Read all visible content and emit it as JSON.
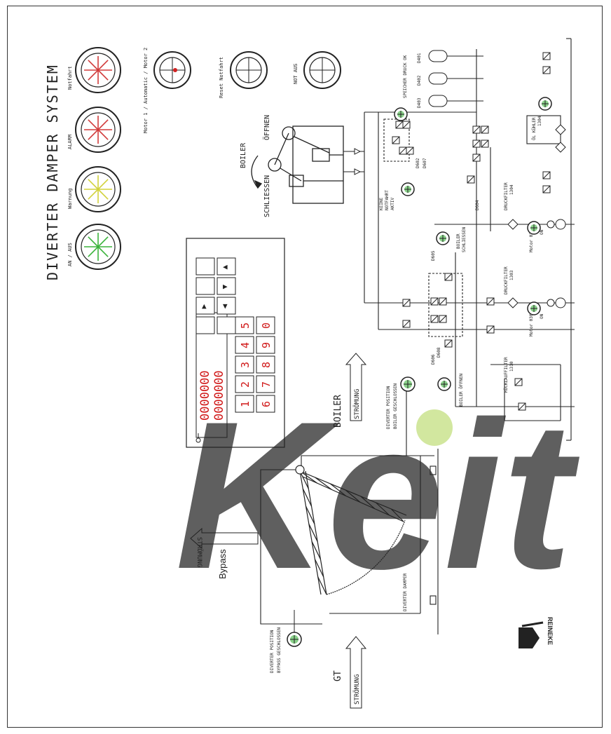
{
  "title": "DIVERTER DAMPER SYSTEM",
  "indicators": [
    "AN / AUS",
    "Warnung",
    "ALARM",
    "Notfahrt"
  ],
  "indicator_colors": [
    "#3cb43c",
    "#d2d23c",
    "#d23c3c",
    "#d23c3c"
  ],
  "mode_label": "Motor 1 / Automatic / Motor 2",
  "buttons": [
    "Reset Notfahrt",
    "NOT AUS"
  ],
  "boiler_actuator": {
    "open": "ÖFFNEN",
    "close": "SCHLIESSEN",
    "boiler": "BOILER"
  },
  "keypad": {
    "display_line1": "0000000",
    "display_line2": "0000000",
    "digits": [
      "5",
      "0",
      "4",
      "9",
      "3",
      "8",
      "2",
      "7",
      "1",
      "6"
    ]
  },
  "duct": {
    "boiler": "BOILER",
    "flow": "STRÖMUNG",
    "bypass": "Bypass",
    "gt": "GT",
    "damper": "DIVERTER DAMPER",
    "pos_boiler": [
      "DIVERTER POSITION",
      "BOILER GESCHLOSSEN"
    ],
    "pos_bypass": [
      "DIVERTER POSITION",
      "BYPASS GESCHLOSSEN"
    ]
  },
  "hydraulics": {
    "speicher": "SPEICHER DRUCK OK",
    "tanks": [
      "D401",
      "D402",
      "D403"
    ],
    "keine_notfahrt": [
      "KEINE",
      "NOTFAHRT",
      "AKTIV"
    ],
    "boiler_schliessen": [
      "BOILER",
      "SCHLIESSEN"
    ],
    "boiler_offnen": "BOILER ÖFFNEN",
    "valves": [
      "D605",
      "D606",
      "D604",
      "D602",
      "D607",
      "D608"
    ],
    "druckfilter_1": [
      "DRUCKFILTER",
      "1304"
    ],
    "druckfilter_2": [
      "DRUCKFILTER",
      "1303"
    ],
    "rucklauf": [
      "RÜCKLAUFFILTER",
      "1310"
    ],
    "motor_2": [
      "Motor 0302",
      "ON"
    ],
    "motor_1": [
      "Motor 0301",
      "ON"
    ],
    "oil_cooler": [
      "ÖL KÜHLER",
      "1304"
    ]
  },
  "watermark": "Keit",
  "logo": "REINEKE"
}
